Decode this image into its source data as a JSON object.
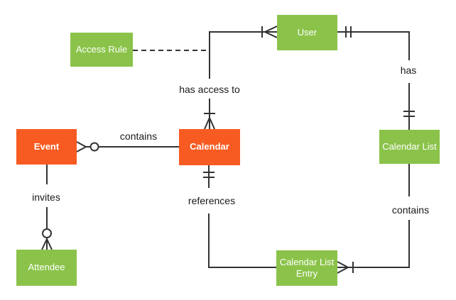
{
  "diagram": {
    "type": "entity-relationship-diagram",
    "notation": "crow-foot",
    "background": "#ffffff",
    "colors": {
      "entity_green": "#8BC34A",
      "entity_orange": "#F75B21",
      "line": "#333333",
      "label_text": "#1A1A1A",
      "entity_text": "#FFFFFF"
    },
    "entities": [
      {
        "id": "event",
        "label": "Event",
        "color": "orange"
      },
      {
        "id": "calendar",
        "label": "Calendar",
        "color": "orange"
      },
      {
        "id": "user",
        "label": "User",
        "color": "green"
      },
      {
        "id": "access-rule",
        "label": "Access Rule",
        "color": "green"
      },
      {
        "id": "calendar-list",
        "label": "Calendar List",
        "color": "green"
      },
      {
        "id": "attendee",
        "label": "Attendee",
        "color": "green"
      },
      {
        "id": "calendar-list-entry",
        "label": "Calendar List Entry",
        "color": "green"
      }
    ],
    "relationships": [
      {
        "label": "contains",
        "from": "Event",
        "to": "Calendar",
        "style": "solid",
        "from_end": "zero-or-many",
        "to_end": "plain"
      },
      {
        "label": "has access to",
        "from": "Calendar",
        "to": "User",
        "style": "solid",
        "from_end": "one-or-many",
        "to_end": "one-or-many"
      },
      {
        "label": "has",
        "from": "User",
        "to": "Calendar List",
        "style": "solid",
        "from_end": "exactly-one",
        "to_end": "exactly-one"
      },
      {
        "label": "references",
        "from": "Calendar",
        "to": "Calendar List Entry",
        "style": "solid",
        "from_end": "exactly-one",
        "to_end": "plain"
      },
      {
        "label": "contains",
        "from": "Calendar List",
        "to": "Calendar List Entry",
        "style": "solid",
        "from_end": "plain",
        "to_end": "one-or-many"
      },
      {
        "label": "invites",
        "from": "Event",
        "to": "Attendee",
        "style": "solid",
        "from_end": "plain",
        "to_end": "zero-or-many"
      },
      {
        "label": "",
        "from": "Access Rule",
        "to": "Calendar-User link",
        "style": "dashed",
        "from_end": "plain",
        "to_end": "plain"
      }
    ]
  }
}
